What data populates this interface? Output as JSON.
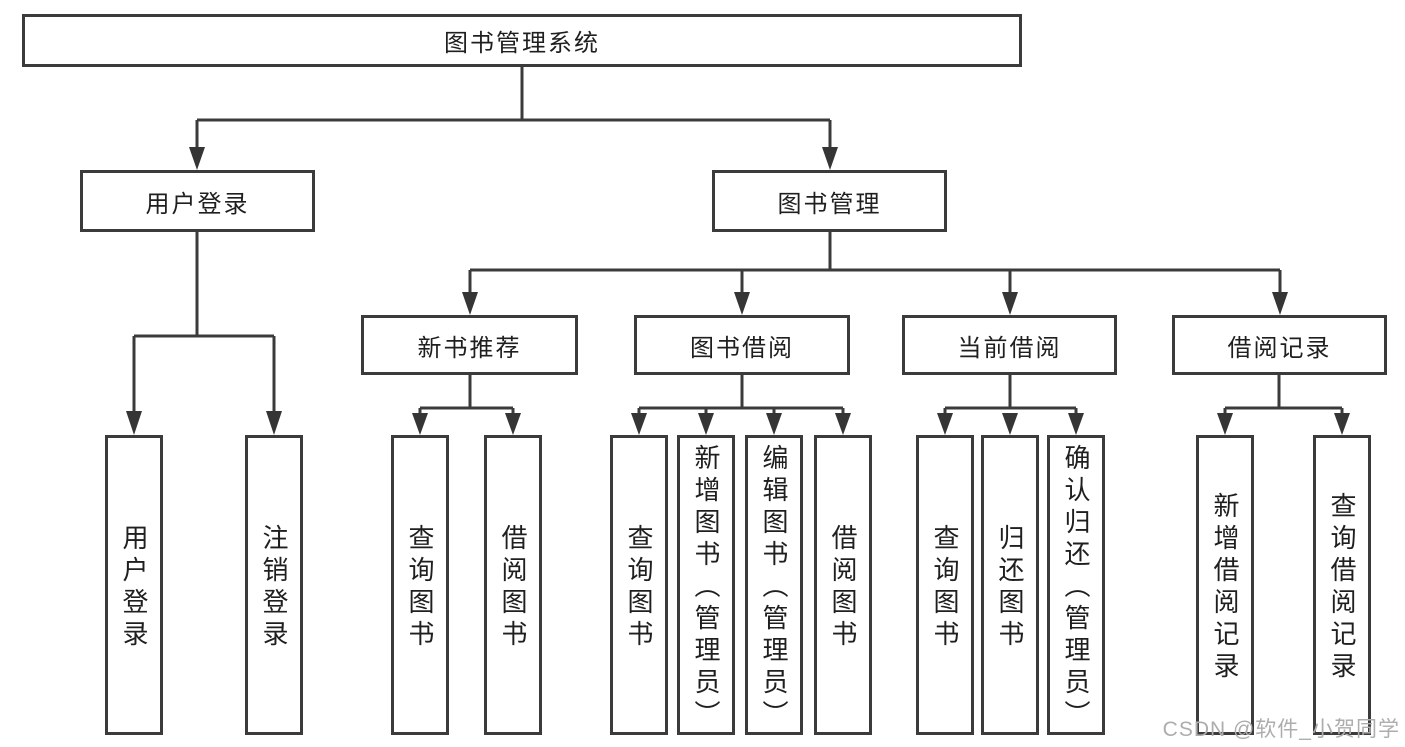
{
  "diagram": {
    "title": "图书管理系统",
    "root": {
      "label": "图书管理系统"
    },
    "level1": [
      {
        "label": "用户登录",
        "parent": "图书管理系统"
      },
      {
        "label": "图书管理",
        "parent": "图书管理系统"
      }
    ],
    "level2": [
      {
        "label": "新书推荐",
        "parent": "图书管理"
      },
      {
        "label": "图书借阅",
        "parent": "图书管理"
      },
      {
        "label": "当前借阅",
        "parent": "图书管理"
      },
      {
        "label": "借阅记录",
        "parent": "图书管理"
      }
    ],
    "leaves": [
      {
        "label": "用户登录",
        "parent": "用户登录"
      },
      {
        "label": "注销登录",
        "parent": "用户登录"
      },
      {
        "label": "查询图书",
        "parent": "新书推荐"
      },
      {
        "label": "借阅图书",
        "parent": "新书推荐"
      },
      {
        "label": "查询图书",
        "parent": "图书借阅"
      },
      {
        "label": "新增图书（管理员）",
        "parent": "图书借阅"
      },
      {
        "label": "编辑图书（管理员）",
        "parent": "图书借阅"
      },
      {
        "label": "借阅图书",
        "parent": "图书借阅"
      },
      {
        "label": "查询图书",
        "parent": "当前借阅"
      },
      {
        "label": "归还图书",
        "parent": "当前借阅"
      },
      {
        "label": "确认归还（管理员）",
        "parent": "当前借阅"
      },
      {
        "label": "新增借阅记录",
        "parent": "借阅记录"
      },
      {
        "label": "查询借阅记录",
        "parent": "借阅记录"
      }
    ]
  },
  "watermark": "CSDN @软件_小贺同学",
  "colors": {
    "border": "#3b3b3b",
    "line": "#3b3b3b",
    "text": "#1f1f1f",
    "watermark": "#adadad",
    "background": "#ffffff"
  }
}
